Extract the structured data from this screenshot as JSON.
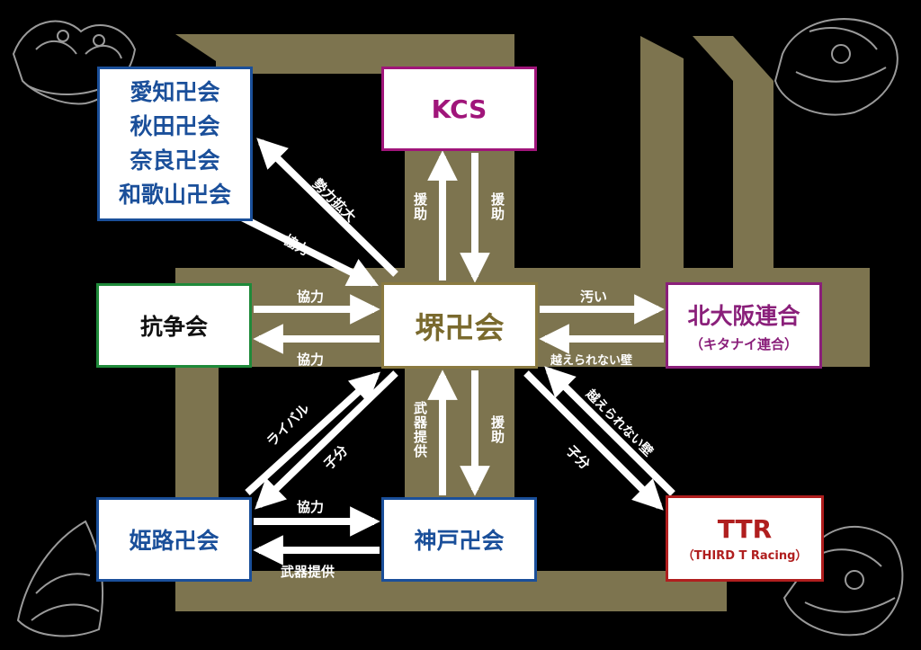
{
  "nodes": {
    "alliance": [
      "愛知卍会",
      "秋田卍会",
      "奈良卍会",
      "和歌山卍会"
    ],
    "kcs": "KCS",
    "kosokai": "抗争会",
    "sakai": "堺卍会",
    "kitaosaka": {
      "name": "北大阪連合",
      "sub": "（キタナイ連合）"
    },
    "himeji": "姫路卍会",
    "kobe": "神戸卍会",
    "ttr": {
      "name": "TTR",
      "sub": "（THIRD T Racing）"
    }
  },
  "edges": {
    "sakai_to_alliance": "勢力拡大",
    "alliance_to_sakai": "協力",
    "sakai_to_kcs": "援助",
    "kcs_to_sakai": "援助",
    "kosokai_to_sakai": "協力",
    "sakai_to_kosokai": "協力",
    "sakai_to_kitaosaka": "汚い",
    "kitaosaka_to_sakai": "越えられない壁",
    "himeji_sakai_rival": "ライバル",
    "sakai_himeji_kobun": "子分",
    "kobe_to_sakai": "武器提供",
    "sakai_to_kobe": "援助",
    "sakai_to_ttr": "子分",
    "ttr_to_sakai": "越えられない壁",
    "himeji_to_kobe": "協力",
    "kobe_to_himeji": "武器提供"
  },
  "colors": {
    "background": "#000000",
    "manji": "#7d744f",
    "arrow": "#ffffff",
    "blue": "#1a4f9a",
    "magenta": "#a0157a",
    "green": "#1f8a3a",
    "gold": "#7a6a2e",
    "purple": "#8a1f7a",
    "red": "#b01e1e"
  },
  "icons": [
    "tiger-illustration",
    "dragon-illustration",
    "phoenix-illustration"
  ]
}
